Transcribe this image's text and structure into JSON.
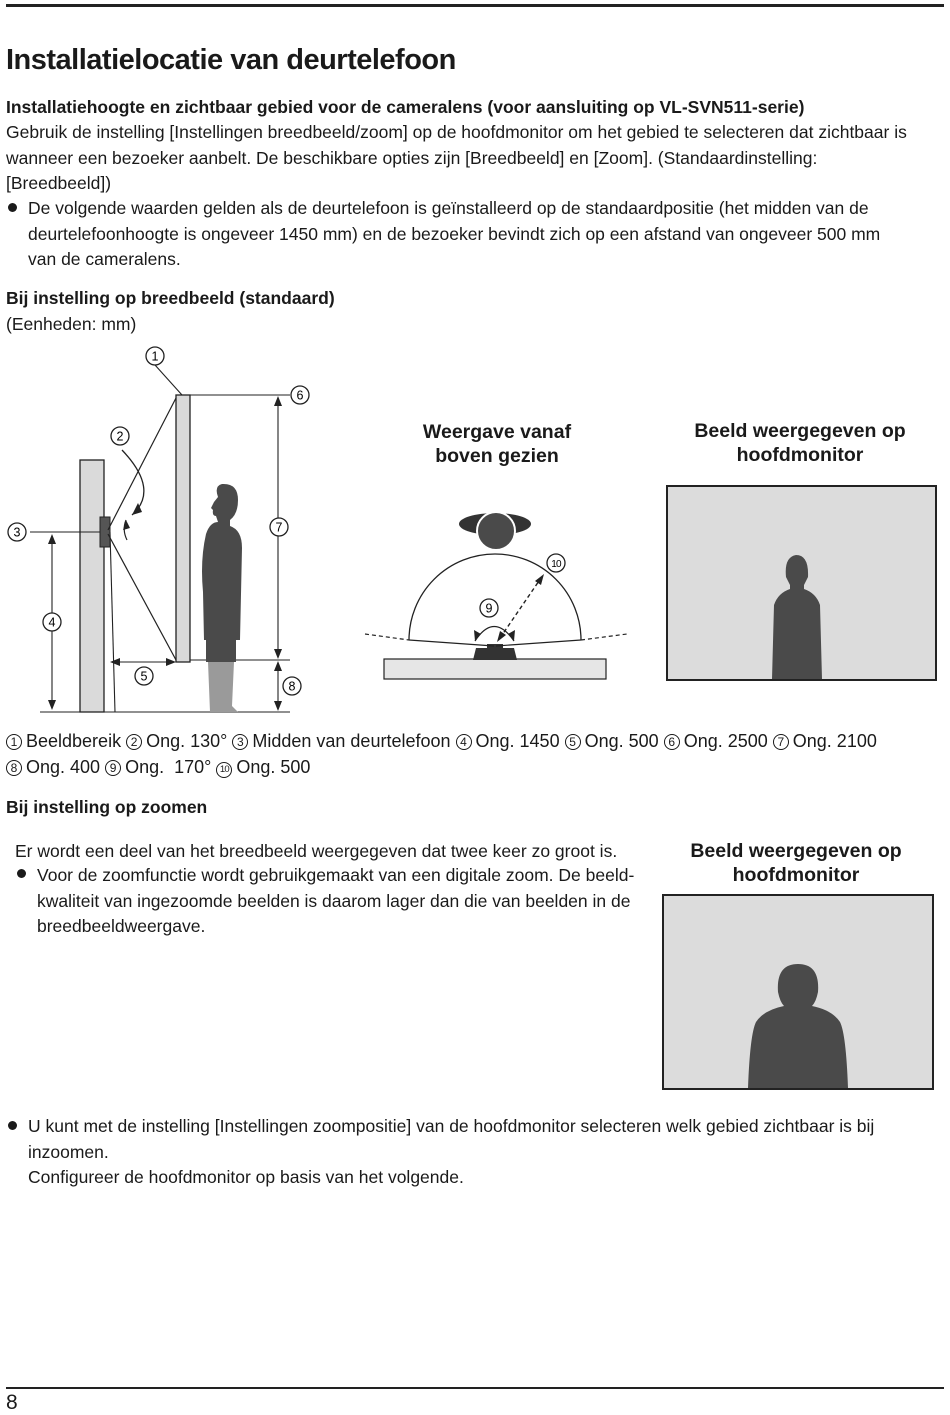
{
  "title": "Installatielocatie van deurtelefoon",
  "section1": {
    "heading": "Installatiehoogte en zichtbaar gebied voor de cameralens (voor aansluiting op VL-SVN511-serie)",
    "intro_lines": [
      "Gebruik de instelling [Instellingen breedbeeld/zoom] op de hoofdmonitor om het gebied te selecteren dat zichtbaar is",
      "wanneer een bezoeker aanbelt. De beschikbare opties zijn [Breedbeeld] en [Zoom]. (Standaardinstelling:",
      "[Breedbeeld])"
    ],
    "bullet_lines": [
      "De volgende waarden gelden als de deurtelefoon is geïnstalleerd op de standaardpositie (het midden van de",
      "deurtelefoonhoogte is ongeveer 1450 mm) en de bezoeker bevindt zich op een afstand van ongeveer 500 mm",
      "van de cameralens."
    ]
  },
  "wide": {
    "heading": "Bij instelling op breedbeeld (standaard)",
    "units": "(Eenheden: mm)",
    "top_view_caption": [
      "Weergave vanaf",
      "boven gezien"
    ],
    "monitor_caption": [
      "Beeld weergegeven op",
      "hoofdmonitor"
    ],
    "markers": [
      "①",
      "②",
      "③",
      "④",
      "⑤",
      "⑥",
      "⑦",
      "⑧",
      "⑨",
      "⑩"
    ],
    "legend_line1": [
      {
        "n": "1",
        "t": "Beeldbereik"
      },
      {
        "n": "2",
        "t": "Ong. 130°"
      },
      {
        "n": "3",
        "t": "Midden van deurtelefoon"
      },
      {
        "n": "4",
        "t": "Ong. 1450"
      },
      {
        "n": "5",
        "t": "Ong. 500"
      },
      {
        "n": "6",
        "t": "Ong. 2500"
      },
      {
        "n": "7",
        "t": "Ong. 2100"
      }
    ],
    "legend_line2": [
      {
        "n": "8",
        "t": "Ong. 400"
      },
      {
        "n": "9",
        "t": "Ong.  170°"
      },
      {
        "n": "10",
        "t": "Ong. 500"
      }
    ]
  },
  "zoom": {
    "heading": "Bij instelling op zoomen",
    "line1": "Er wordt een deel van het breedbeeld weergegeven dat twee keer zo groot is.",
    "bullet_lines": [
      "Voor de zoomfunctie wordt gebruikgemaakt van een digitale zoom. De beeld-",
      "kwaliteit van ingezoomde beelden is daarom lager dan die van beelden in de",
      "breedbeeldweergave."
    ],
    "monitor_caption": [
      "Beeld weergegeven op",
      "hoofdmonitor"
    ]
  },
  "final": {
    "bullet_lines": [
      "U kunt met de instelling [Instellingen zoompositie] van de hoofdmonitor selecteren welk gebied zichtbaar is bij",
      "inzoomen."
    ],
    "line": "Configureer de hoofdmonitor op basis van het volgende."
  },
  "page_number": "8",
  "colors": {
    "silhouette": "#4a4a4a",
    "silhouette_light": "#9a9a9a",
    "wall": "#dadada",
    "screen": "#dcdcdc",
    "rule": "#222222"
  }
}
